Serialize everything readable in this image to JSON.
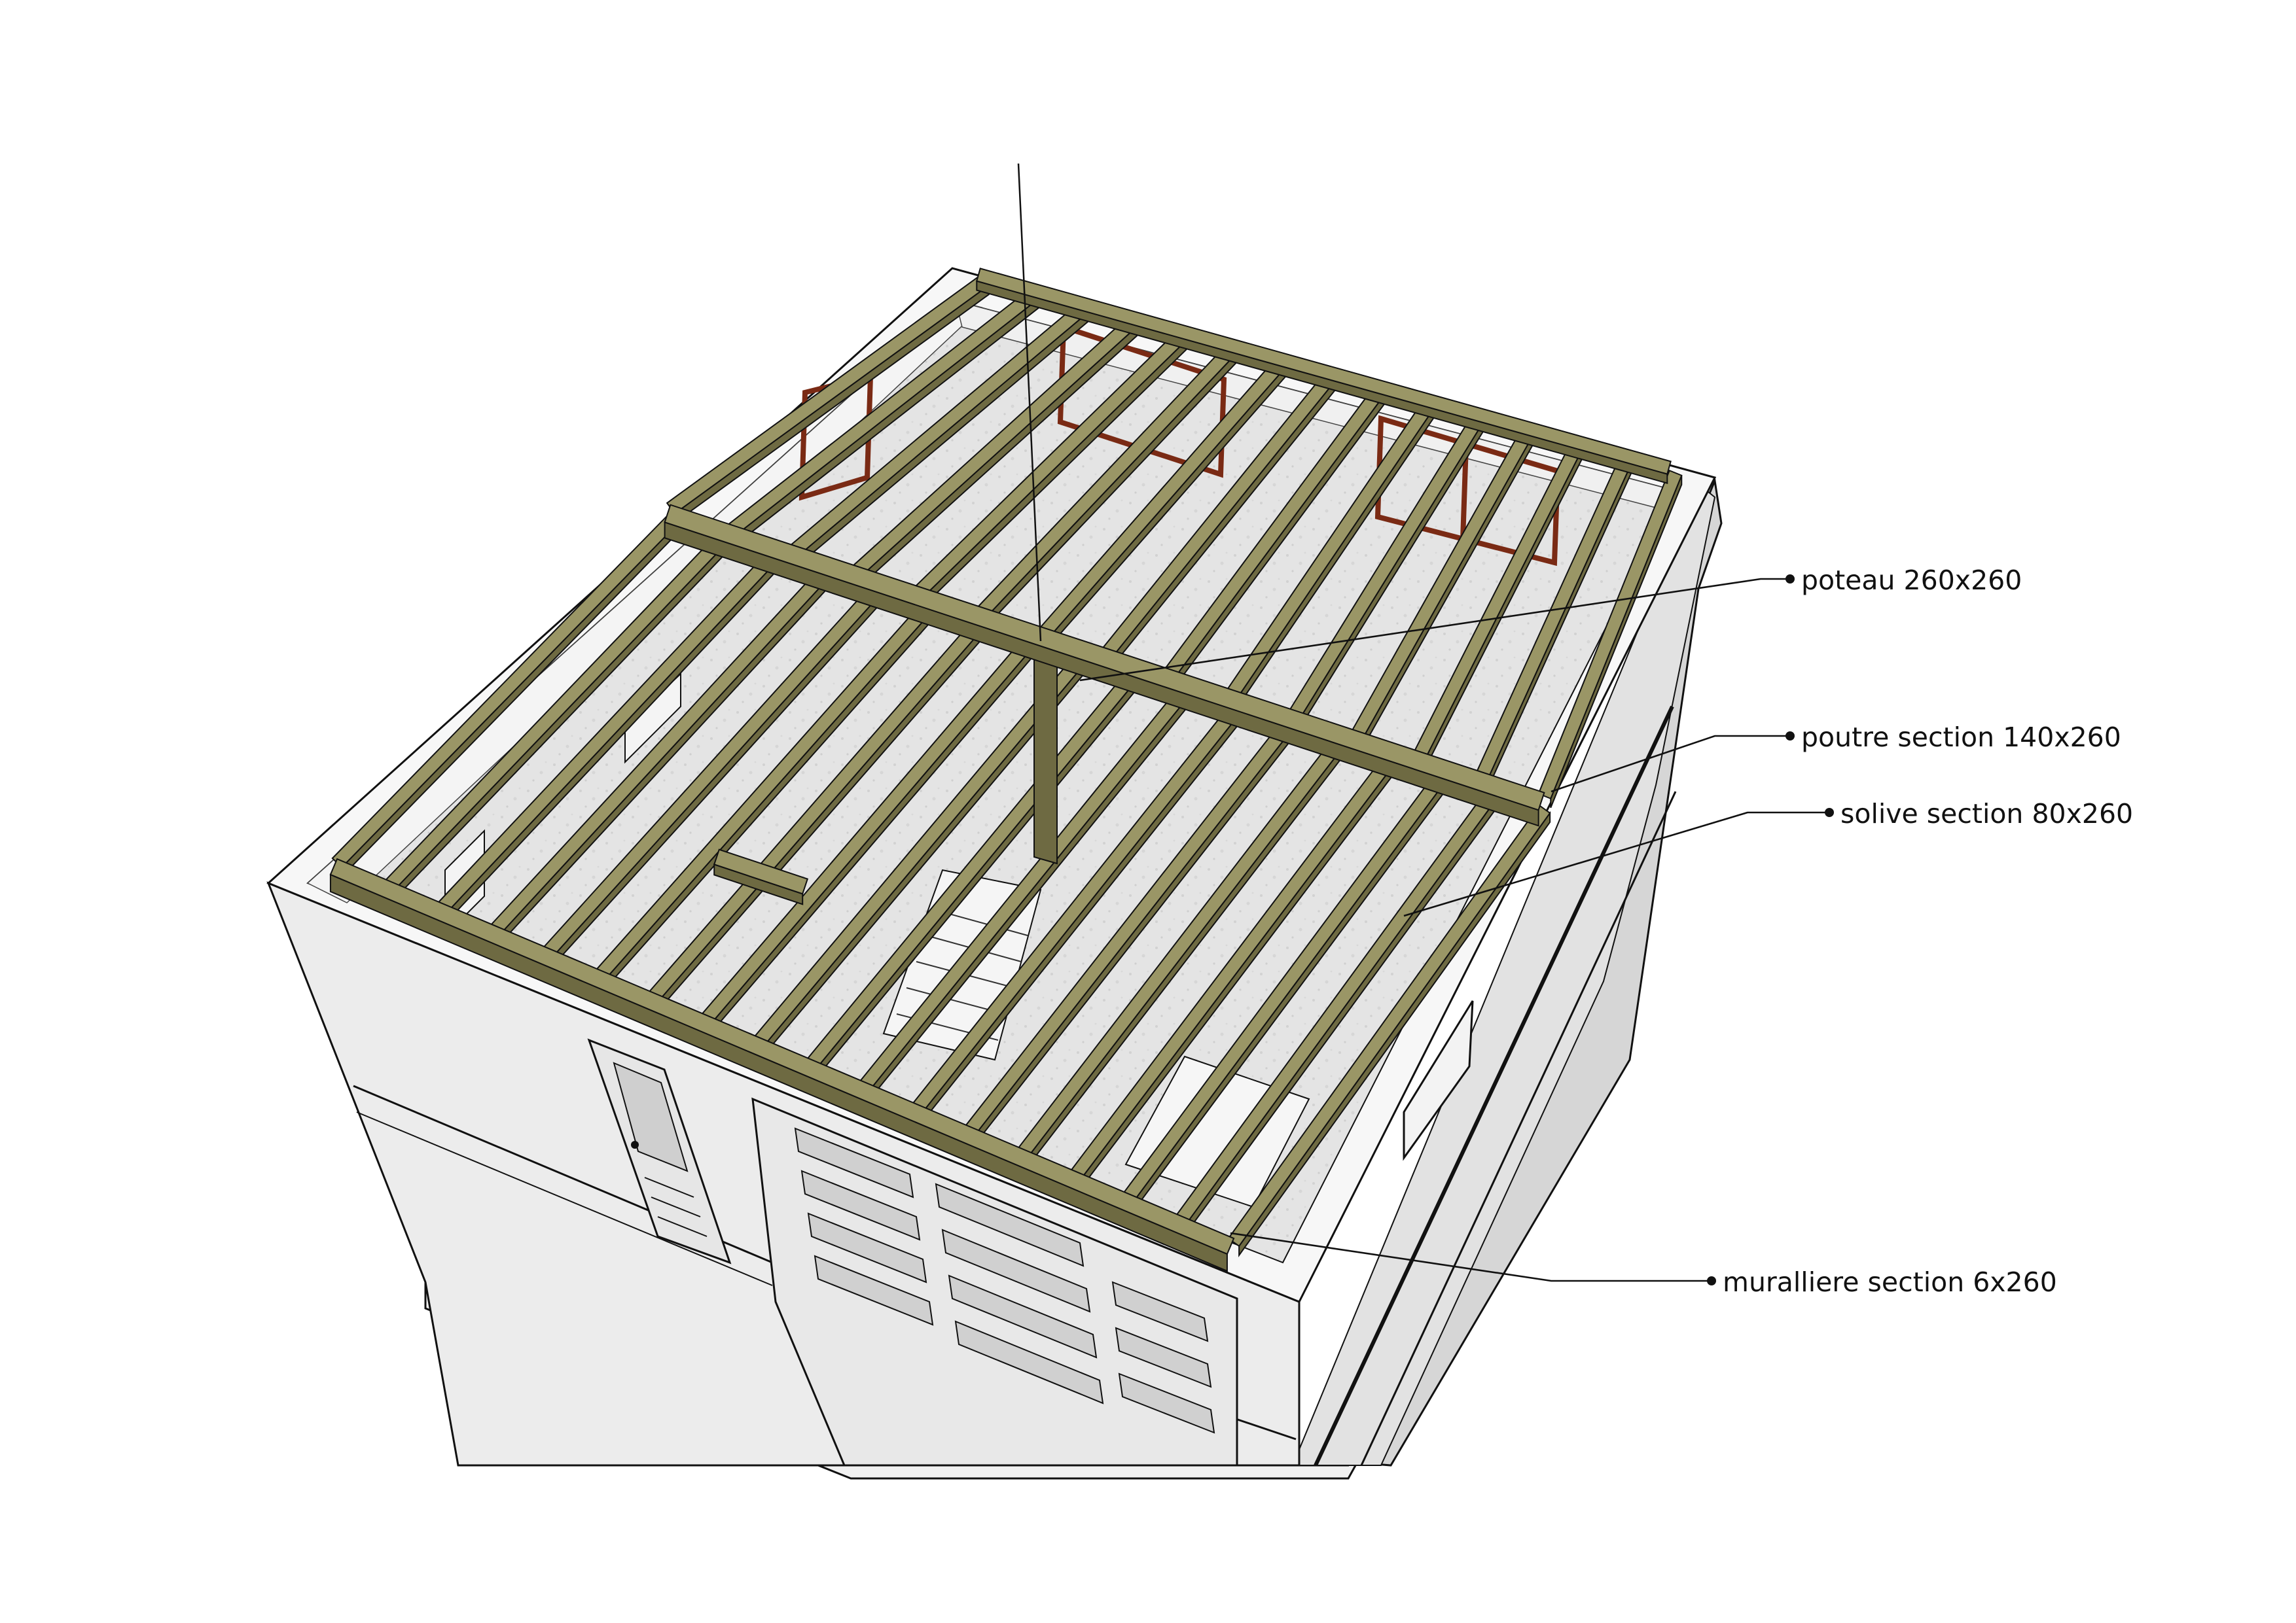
{
  "annotations": [
    {
      "id": "poteau",
      "text": "poteau 260x260"
    },
    {
      "id": "poutre",
      "text": "poutre section 140x260"
    },
    {
      "id": "solive",
      "text": "solive section 80x260"
    },
    {
      "id": "muralliere",
      "text": "muralliere section 6x260"
    }
  ],
  "colors": {
    "wood_top": "#9a9666",
    "wood_side": "#6e6a42",
    "wall_face": "#ececec",
    "wall_dark": "#d9d9d9",
    "floor": "#e3e3e3",
    "window_frame": "#7a2a14",
    "line": "#111111"
  }
}
